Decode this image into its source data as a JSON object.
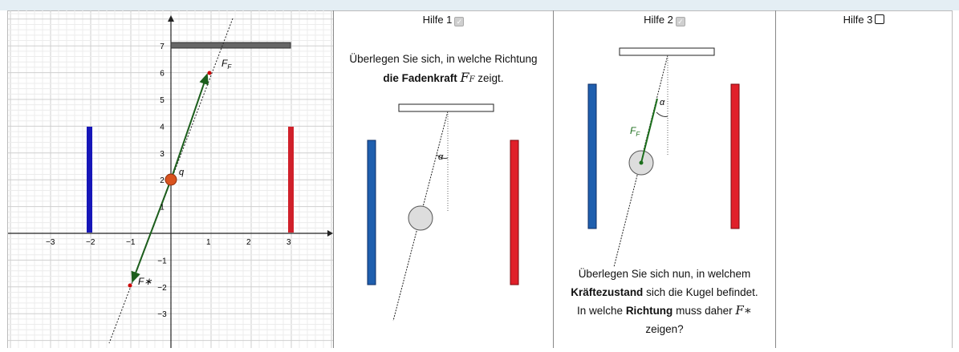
{
  "graph": {
    "x_ticks": [
      "−3",
      "−2",
      "−1",
      "1",
      "2",
      "3"
    ],
    "y_ticks": [
      "7",
      "6",
      "5",
      "4",
      "3",
      "2",
      "1",
      "−1",
      "−2",
      "−3"
    ],
    "label_q": "q",
    "label_FF": "F",
    "label_FF_sub": "F",
    "label_Fstar": "F∗"
  },
  "hilfe1": {
    "title": "Hilfe 1",
    "checked": true,
    "line1": "Überlegen Sie sich, in welche Richtung",
    "line2_bold": "die Fadenkraft",
    "line2_math": "F",
    "line2_sub": "F",
    "line2_end": "zeigt.",
    "alpha": "α"
  },
  "hilfe2": {
    "title": "Hilfe 2",
    "checked": true,
    "alpha": "α",
    "force_label": "F",
    "force_sub": "F",
    "l1": "Überlegen Sie sich nun, in welchem",
    "l2_bold": "Kräftezustand",
    "l2_rest": "sich die Kugel befindet.",
    "l3_pre": "In welche",
    "l3_bold": "Richtung",
    "l3_mid": "muss daher",
    "l3_math": "F∗",
    "l4": "zeigen?"
  },
  "hilfe3": {
    "title": "Hilfe 3",
    "checked": false
  },
  "colors": {
    "blue": "#1f5fae",
    "red": "#e0202a",
    "grid": "#cfcfcf",
    "ball": "#d9531e",
    "arrow": "#1c5e1c"
  }
}
